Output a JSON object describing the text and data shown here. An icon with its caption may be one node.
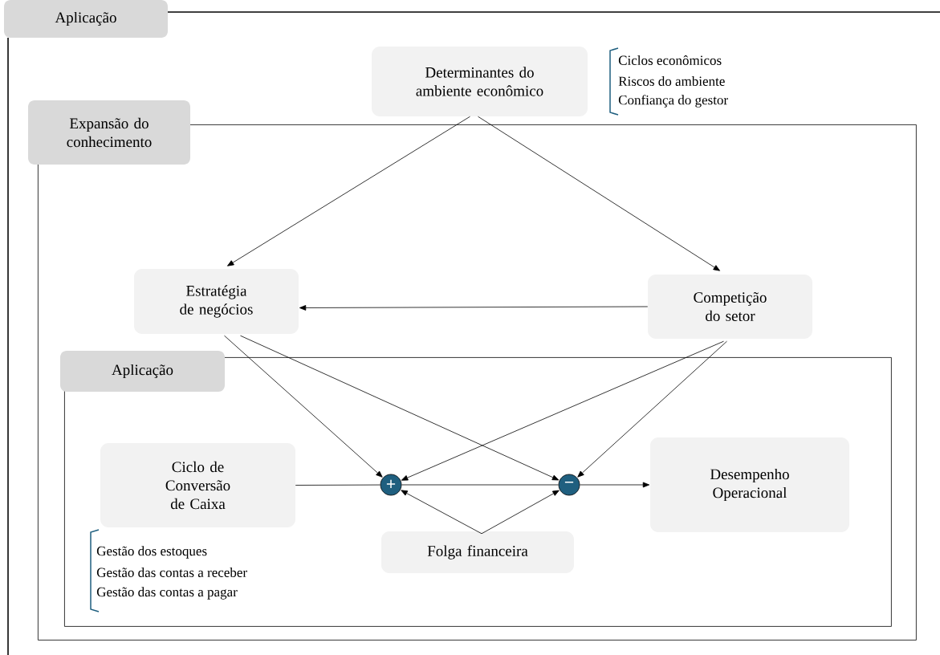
{
  "diagram": {
    "nodes": [
      {
        "text": [
          "Aplicação"
        ]
      },
      {
        "text": [
          "Expansão do conhecimento"
        ],
        "in": 0
      },
      {
        "text": [
          "Determinantes do ambiente econômico"
        ],
        "in": 0,
        "beside": [
          "Ciclos econômicos",
          "Riscos do ambiente",
          "Confiança do gestor"
        ]
      },
      {
        "text": [
          "Estratégia de negócios"
        ],
        "in": 1
      },
      {
        "text": [
          "Competição do setor"
        ],
        "in": 1
      },
      {
        "text": [
          "Aplicação"
        ],
        "in": 1
      },
      {
        "text": [
          "Ciclo de Conversão de Caixa"
        ],
        "in": 5,
        "beside": [
          "Gestão dos estoques",
          "Gestão das contas a receber",
          "Gestão das contas a pagar"
        ]
      },
      {
        "text": [
          "+"
        ],
        "in": 5
      },
      {
        "text": [
          "−"
        ],
        "in": 5
      },
      {
        "text": [
          "Desempenho Operacional"
        ],
        "in": 5
      },
      {
        "text": [
          "Folga financeira"
        ],
        "in": 5
      }
    ],
    "edges": [
      {
        "from": 2,
        "to": 3,
        "arrow": "to"
      },
      {
        "from": 2,
        "to": 4,
        "arrow": "to"
      },
      {
        "from": 4,
        "to": 3,
        "arrow": "to"
      },
      {
        "from": 3,
        "to": 7,
        "arrow": "to"
      },
      {
        "from": 3,
        "to": 8,
        "arrow": "to"
      },
      {
        "from": 4,
        "to": 7,
        "arrow": "to"
      },
      {
        "from": 4,
        "to": 8,
        "arrow": "to"
      },
      {
        "from": 6,
        "to": 7,
        "arrow": "none"
      },
      {
        "from": 7,
        "to": 8,
        "arrow": "none"
      },
      {
        "from": 8,
        "to": 9,
        "arrow": "to"
      },
      {
        "from": 10,
        "to": 7,
        "arrow": "to"
      },
      {
        "from": 10,
        "to": 8,
        "arrow": "to"
      }
    ]
  }
}
